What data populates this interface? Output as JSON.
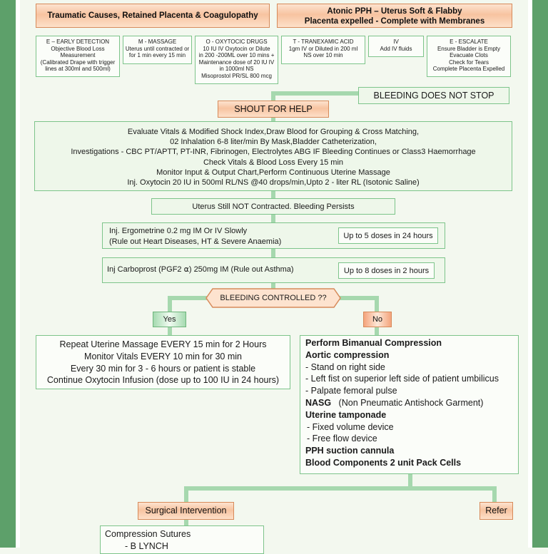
{
  "headers": {
    "left": "Traumatic Causes, Retained Placenta & Coagulopathy",
    "right_line1": "Atonic PPH – Uterus Soft & Flabby",
    "right_line2": "Placenta expelled - Complete with Membranes"
  },
  "emotive": [
    {
      "title": "E – EARLY DETECTION",
      "lines": [
        "Objective Blood Loss",
        "Measurement",
        "(Calibrated Drape with trigger",
        "lines at 300ml and 500ml)"
      ]
    },
    {
      "title": "M - MASSAGE",
      "lines": [
        "Uterus until contracted or",
        "for 1 min every 15 min"
      ]
    },
    {
      "title": "O - OXYTOCIC DRUGS",
      "lines": [
        "10 IU IV Oxytocin or Dilute",
        "in 200 -200ML over  10 mins  +",
        "Maintenance dose of 20 IU IV",
        "in 1000ml NS",
        "Misoprostol PR/SL 800 mcg"
      ]
    },
    {
      "title": "T - TRANEXAMIC ACID",
      "lines": [
        "1gm IV or Diluted in 200 ml",
        "NS over 10 min"
      ]
    },
    {
      "title": "IV",
      "lines": [
        "Add IV fluids"
      ]
    },
    {
      "title": "E - ESCALATE",
      "lines": [
        "Ensure Bladder is Empty",
        "Evacuate Clots",
        "Check for Tears",
        "Complete Placenta Expelled"
      ]
    }
  ],
  "bleeding_not_stop": "BLEEDING DOES NOT STOP",
  "shout": "SHOUT FOR HELP",
  "initial_steps": [
    "Evaluate Vitals & Modified Shock Index,Draw Blood for Grouping & Cross Matching,",
    "02 Inhalation 6-8 liter/min By Mask,Bladder Catheterization,",
    "Investigations -  CBC PT/APTT, PT-INR, Fibrinogen, Electrolytes ABG IF Bleeding Continues or Class3 Haemorrhage",
    "Check Vitals & Blood Loss Every 15 min",
    "Monitor Input & Output Chart,Perform Continuous Uterine Massage",
    "Inj. Oxytocin 20 IU in 500ml RL/NS @40 drops/min,Upto 2 - liter RL (Isotonic Saline)"
  ],
  "not_contracted": "Uterus Still NOT Contracted. Bleeding Persists",
  "ergometrine": {
    "line1": "Inj. Ergometrine 0.2 mg IM Or IV Slowly",
    "line2": "(Rule out Heart Diseases, HT & Severe Anaemia)",
    "dose": "Up to 5 doses in 24 hours"
  },
  "carboprost": {
    "text": "Inj  Carboprost  (PGF2 ⍺) 250mg IM (Rule out Asthma)",
    "dose": "Up to 8 doses in 2 hours"
  },
  "decision": "BLEEDING CONTROLLED  ??",
  "yes": "Yes",
  "no": "No",
  "yes_steps": [
    "Repeat Uterine Massage EVERY 15 min for 2 Hours",
    "Monitor Vitals EVERY 10 min for 30 min",
    "Every 30 min for 3 - 6 hours or patient is stable",
    "Continue Oxytocin Infusion (dose up to 100 IU in 24 hours)"
  ],
  "no_steps": {
    "bimanual": "Perform Bimanual Compression",
    "aortic": "Aortic compression",
    "aortic_items": [
      "- Stand on right side",
      "- Left fist on superior left side of patient umbilicus",
      "- Palpate femoral pulse"
    ],
    "nasg": "NASG",
    "nasg_desc": "(Non Pneumatic Antishock Garment)",
    "tamponade": "Uterine tamponade",
    "tamponade_items": [
      "-    Fixed volume device",
      "-    Free flow device"
    ],
    "suction": "PPH suction cannula",
    "blood": "Blood Components 2 unit Pack Cells"
  },
  "surgical": "Surgical Intervention",
  "refer": "Refer",
  "sutures": {
    "title": "Compression Sutures",
    "item": "- B LYNCH"
  },
  "colors": {
    "frame": "#5da06a",
    "box_border": "#7dc48a",
    "orange_border": "#d78a5a",
    "connector": "#a6d8ae"
  }
}
